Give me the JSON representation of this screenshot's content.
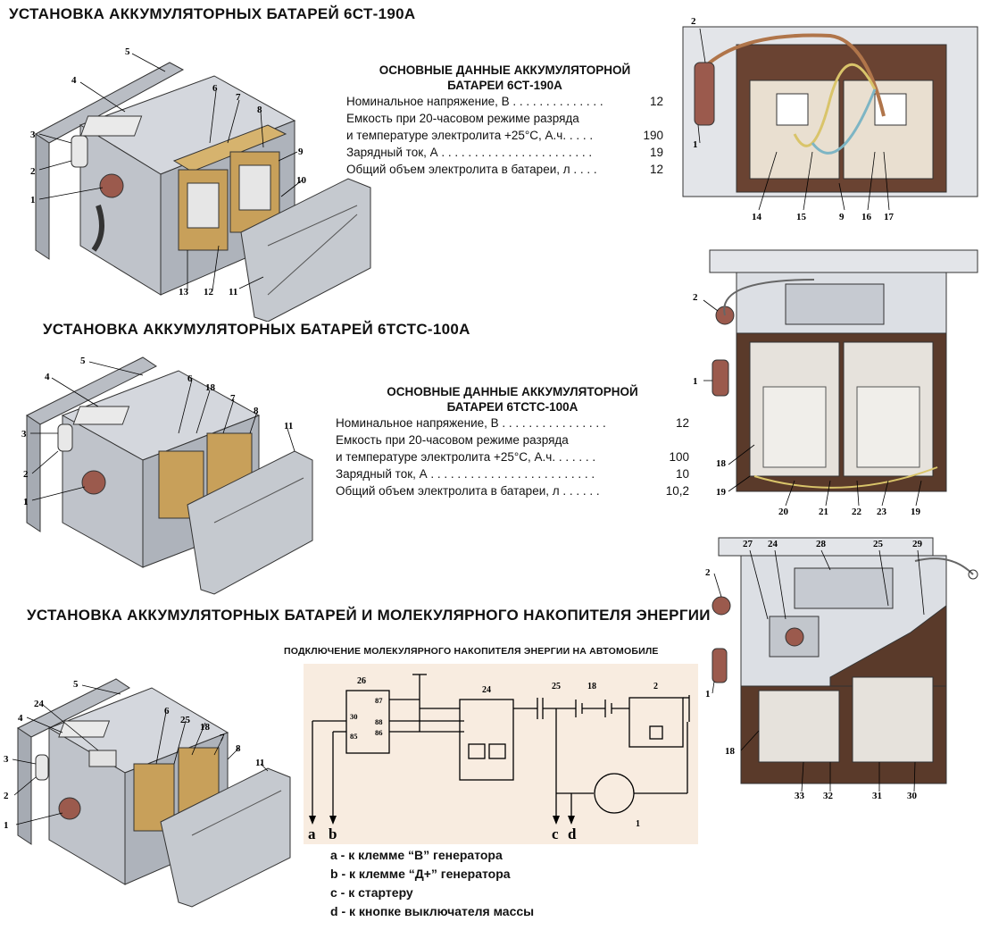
{
  "section1": {
    "title": "УСТАНОВКА АККУМУЛЯТОРНЫХ БАТАРЕЙ  6СТ-190А",
    "specs_title_1": "ОСНОВНЫЕ ДАННЫЕ АККУМУЛЯТОРНОЙ",
    "specs_title_2": "БАТАРЕИ 6СТ-190А",
    "rows": [
      {
        "label": "Номинальное напряжение, В . . . . . . . . . . . . . .",
        "value": "12"
      },
      {
        "label": "Емкость при 20-часовом режиме разряда",
        "value": ""
      },
      {
        "label": "и температуре электролита +25°С, А.ч. . . . .",
        "value": "190"
      },
      {
        "label": "Зарядный ток, А . . . . . . . . . . . . . . . . . . . . . . .",
        "value": "19"
      },
      {
        "label": "Общий объем электролита в батареи, л . . . .",
        "value": "12"
      }
    ],
    "left_callouts": [
      "1",
      "2",
      "3",
      "4",
      "5",
      "6",
      "7",
      "8",
      "9",
      "10",
      "11",
      "12",
      "13"
    ],
    "right_callouts": [
      "1",
      "2",
      "14",
      "15",
      "9",
      "16",
      "17"
    ]
  },
  "section2": {
    "title": "УСТАНОВКА АККУМУЛЯТОРНЫХ БАТАРЕЙ 6ТСТС-100А",
    "specs_title_1": "ОСНОВНЫЕ ДАННЫЕ АККУМУЛЯТОРНОЙ",
    "specs_title_2": "БАТАРЕИ 6ТСТС-100А",
    "rows": [
      {
        "label": "Номинальное напряжение, В . . . . . . . . . . . . . . . .",
        "value": "12"
      },
      {
        "label": "Емкость при 20-часовом режиме разряда",
        "value": ""
      },
      {
        "label": "и температуре электролита +25°С, А.ч. . . . . . .",
        "value": "100"
      },
      {
        "label": "Зарядный ток, А . . . . . . . . . . . . . . . . . . . . . . . . .",
        "value": "10"
      },
      {
        "label": "Общий объем электролита в батареи, л . . . . . .",
        "value": "10,2"
      }
    ],
    "left_callouts": [
      "1",
      "2",
      "3",
      "4",
      "5",
      "6",
      "18",
      "7",
      "8",
      "11"
    ],
    "right_callouts": [
      "2",
      "1",
      "18",
      "19",
      "20",
      "21",
      "22",
      "23",
      "19"
    ]
  },
  "section3": {
    "title": "УСТАНОВКА АККУМУЛЯТОРНЫХ БАТАРЕЙ И МОЛЕКУЛЯРНОГО НАКОПИТЕЛЯ ЭНЕРГИИ",
    "scheme_title": "ПОДКЛЮЧЕНИЕ МОЛЕКУЛЯРНОГО НАКОПИТЕЛЯ ЭНЕРГИИ НА АВТОМОБИЛЕ",
    "left_callouts": [
      "1",
      "2",
      "3",
      "4",
      "24",
      "5",
      "6",
      "25",
      "18",
      "7",
      "8",
      "11"
    ],
    "right_callouts": [
      "27",
      "24",
      "28",
      "25",
      "29",
      "2",
      "1",
      "18",
      "33",
      "32",
      "31",
      "30"
    ],
    "scheme_labels": [
      "26",
      "24",
      "25",
      "18",
      "2",
      "1",
      "87",
      "30",
      "88",
      "85",
      "86",
      "a",
      "b",
      "c",
      "d"
    ],
    "legend": [
      "a - к клемме “B” генератора",
      "b - к клемме “Д+” генератора",
      "c - к стартеру",
      "d - к кнопке выключателя массы"
    ]
  },
  "colors": {
    "box": "#c9ccd3",
    "box_dark": "#9da2ab",
    "brace": "#d6b36e",
    "dark_fill": "#5a3a2a",
    "scheme_bg": "#f8ece0"
  }
}
